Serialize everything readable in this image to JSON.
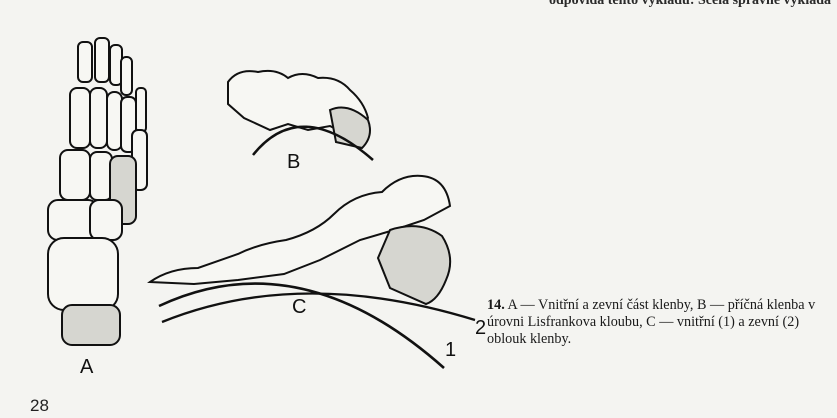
{
  "header_fragment": "odpovídá tento výkladu: Scela správně vykládá",
  "figure": {
    "label_a": "A",
    "label_b": "B",
    "label_c": "C",
    "label_1": "1",
    "label_2": "2"
  },
  "caption": {
    "number": "14.",
    "text": "A — Vnitřní a zevní část klenby, B — příčná klenba v úrovni Lisfrankova kloubu, C — vnitřní (1) a zevní (2) oblouk klenby."
  },
  "page_number": "28"
}
